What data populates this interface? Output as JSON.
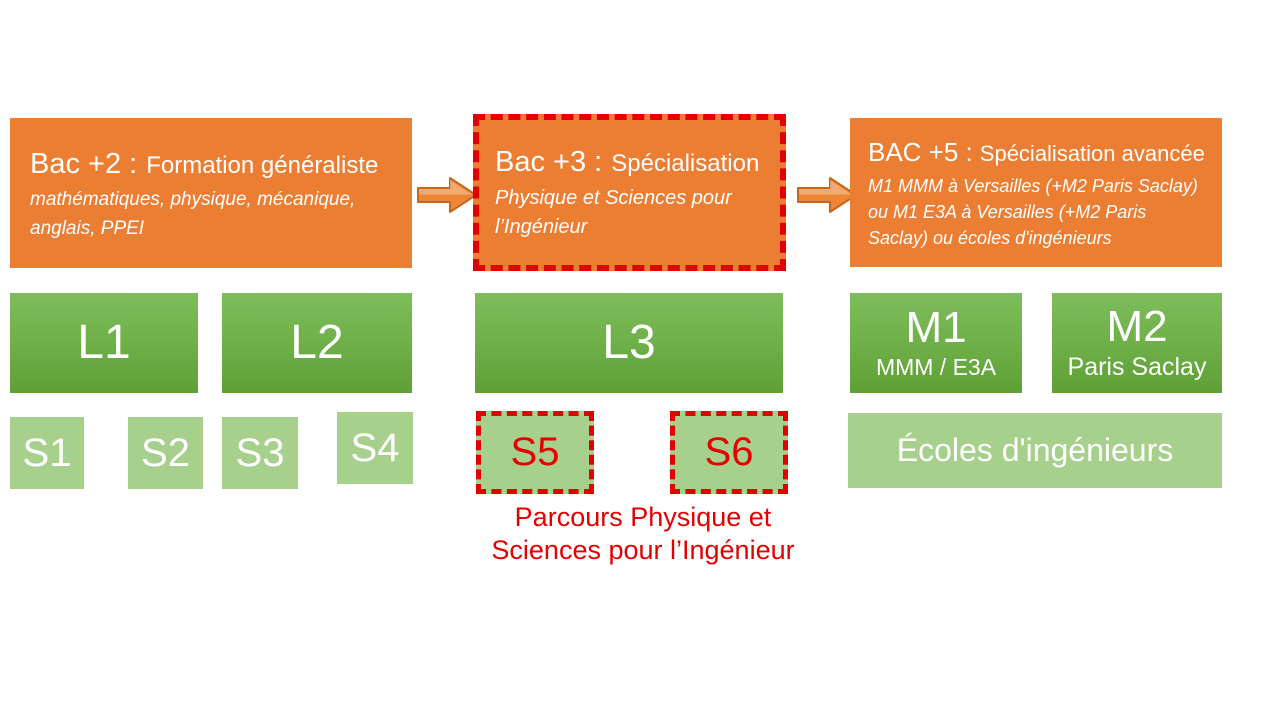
{
  "stages": [
    {
      "label": "Bac +2 :",
      "title": "Formation généraliste",
      "subtitle": "mathématiques, physique, mécanique, anglais, PPEI"
    },
    {
      "label": "Bac +3 :",
      "title": "Spécialisation",
      "subtitle": "Physique et Sciences pour l’Ingénieur"
    },
    {
      "label": "BAC +5 :",
      "title": "Spécialisation avancée",
      "subtitle": "M1 MMM à Versailles (+M2 Paris Saclay) ou M1 E3A à Versailles (+M2 Paris Saclay) ou écoles d'ingénieurs"
    }
  ],
  "levels": [
    {
      "code": "L1"
    },
    {
      "code": "L2"
    },
    {
      "code": "L3"
    },
    {
      "code": "M1",
      "detail": "MMM / E3A"
    },
    {
      "code": "M2",
      "detail": "Paris Saclay"
    }
  ],
  "semesters": [
    {
      "code": "S1"
    },
    {
      "code": "S2"
    },
    {
      "code": "S3"
    },
    {
      "code": "S4"
    },
    {
      "code": "S5"
    },
    {
      "code": "S6"
    }
  ],
  "ecoles_label": "Écoles d'ingénieurs",
  "caption": "Parcours Physique et Sciences pour l’Ingénieur",
  "icons": {
    "arrow_right": "block-arrow-right"
  },
  "colors": {
    "orange": "#EC7E33",
    "green_top": "#7EBD5B",
    "green_bottom": "#5F9F36",
    "green_light": "#A8D08D",
    "red": "#E30000",
    "text": "#FFFFFF"
  }
}
